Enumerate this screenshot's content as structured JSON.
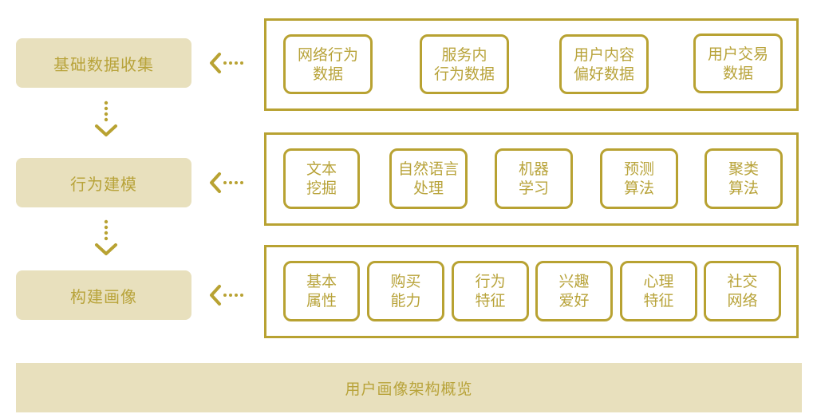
{
  "colors": {
    "accent": "#b8a232",
    "stage_bg": "#e8e0bd",
    "text": "#b8a33a",
    "background": "#ffffff"
  },
  "stages": [
    {
      "label": "基础数据收集"
    },
    {
      "label": "行为建模"
    },
    {
      "label": "构建画像"
    }
  ],
  "panels": [
    {
      "name": "data-sources",
      "cards": [
        {
          "line1": "网络行为",
          "line2": "数据"
        },
        {
          "line1": "服务内",
          "line2": "行为数据"
        },
        {
          "line1": "用户内容",
          "line2": "偏好数据"
        },
        {
          "line1": "用户交易",
          "line2": "数据"
        }
      ]
    },
    {
      "name": "modeling-methods",
      "cards": [
        {
          "line1": "文本",
          "line2": "挖掘"
        },
        {
          "line1": "自然语言",
          "line2": "处理"
        },
        {
          "line1": "机器",
          "line2": "学习"
        },
        {
          "line1": "预测",
          "line2": "算法"
        },
        {
          "line1": "聚类",
          "line2": "算法"
        }
      ]
    },
    {
      "name": "profile-dimensions",
      "cards": [
        {
          "line1": "基本",
          "line2": "属性"
        },
        {
          "line1": "购买",
          "line2": "能力"
        },
        {
          "line1": "行为",
          "line2": "特征"
        },
        {
          "line1": "兴趣",
          "line2": "爱好"
        },
        {
          "line1": "心理",
          "line2": "特征"
        },
        {
          "line1": "社交",
          "line2": "网络"
        }
      ]
    }
  ],
  "footer": {
    "title": "用户画像架构概览"
  },
  "icons": {
    "left_arrow": "dotted-left-arrow",
    "down_arrow": "dotted-down-arrow"
  }
}
